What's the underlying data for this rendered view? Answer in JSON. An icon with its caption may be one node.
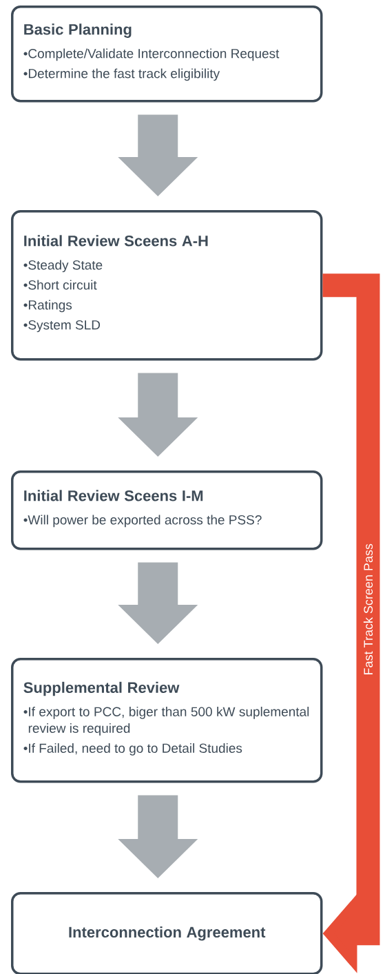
{
  "diagram": {
    "nodes": [
      {
        "text": [
          "Basic Planning",
          "•Complete/Validate Interconnection Request",
          "•Determine the fast track eligibility"
        ]
      },
      {
        "text": [
          "Initial Review Sceens A-H",
          "•Steady State",
          "•Short circuit",
          "•Ratings",
          "•System SLD"
        ]
      },
      {
        "text": [
          "Initial Review Sceens I-M",
          "•Will power be exported across the PSS?"
        ]
      },
      {
        "text": [
          "Supplemental Review",
          "•If export to PCC, biger than 500 kW suplemental review is required",
          "•If Failed, need to go to Detail Studies"
        ]
      },
      {
        "text": [
          "Interconnection Agreement"
        ]
      }
    ],
    "edges": [
      {
        "from": 0,
        "to": 1,
        "arrow": "to"
      },
      {
        "from": 1,
        "to": 2,
        "arrow": "to"
      },
      {
        "from": 2,
        "to": 3,
        "arrow": "to"
      },
      {
        "from": 3,
        "to": 4,
        "arrow": "to"
      },
      {
        "from": 1,
        "to": 4,
        "arrow": "to",
        "label": "Fast Track Screen Pass",
        "color": "#e84e37"
      }
    ]
  }
}
